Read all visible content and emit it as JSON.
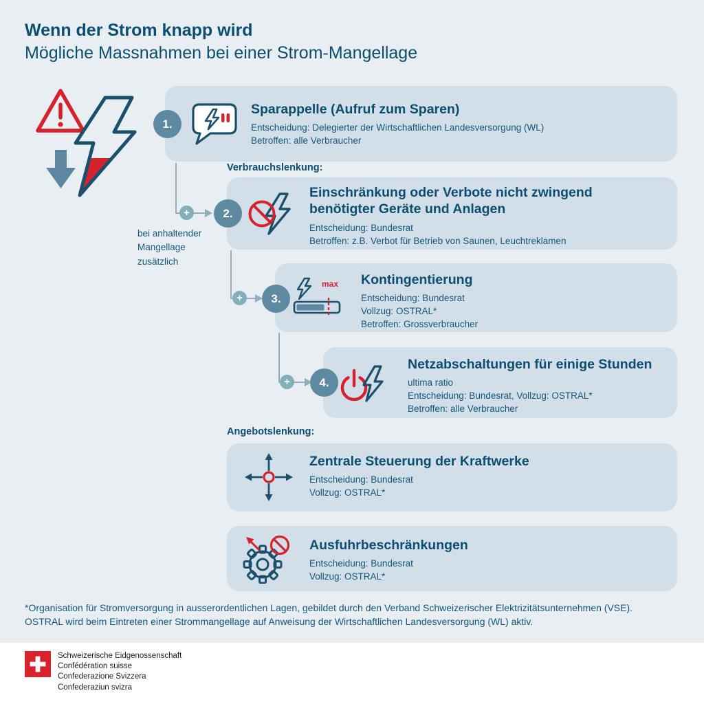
{
  "header": {
    "title": "Wenn der Strom knapp wird",
    "subtitle": "Mögliche Massnahmen bei einer Strom-Mangellage"
  },
  "section_labels": {
    "demand": "Verbrauchslenkung:",
    "supply": "Angebotslenkung:"
  },
  "side_note": "bei anhaltender\nMangellage\nzusätzlich",
  "connector_plus": "+",
  "steps": [
    {
      "number": "1.",
      "title": "Sparappelle (Aufruf zum Sparen)",
      "lines": [
        "Entscheidung: Delegierter der Wirtschaftlichen Landesversorgung (WL)",
        "Betroffen: alle Verbraucher"
      ]
    },
    {
      "number": "2.",
      "title": "Einschränkung oder Verbote nicht zwingend\nbenötigter Geräte und Anlagen",
      "lines": [
        "Entscheidung: Bundesrat",
        "Betroffen: z.B. Verbot für Betrieb von Saunen, Leuchtreklamen"
      ]
    },
    {
      "number": "3.",
      "title": "Kontingentierung",
      "icon_label": "max",
      "lines": [
        "Entscheidung: Bundesrat",
        "Vollzug: OSTRAL*",
        "Betroffen: Grossverbraucher"
      ]
    },
    {
      "number": "4.",
      "title": "Netzabschaltungen für einige Stunden",
      "lines": [
        "ultima ratio",
        "Entscheidung: Bundesrat, Vollzug: OSTRAL*",
        "Betroffen: alle Verbraucher"
      ]
    }
  ],
  "supply_cards": [
    {
      "title": "Zentrale Steuerung der Kraftwerke",
      "lines": [
        "Entscheidung: Bundesrat",
        "Vollzug: OSTRAL*"
      ]
    },
    {
      "title": "Ausfuhrbeschränkungen",
      "lines": [
        "Entscheidung: Bundesrat",
        "Vollzug: OSTRAL*"
      ]
    }
  ],
  "footnote": "*Organisation für Stromversorgung in ausserordentlichen Lagen, gebildet durch den Verband Schweizerischer Elektrizitätsunternehmen (VSE).\nOSTRAL wird beim Eintreten einer Strommangellage auf Anweisung der Wirtschaftlichen Landesversorgung (WL) aktiv.",
  "footer": {
    "lines": [
      "Schweizerische Eidgenossenschaft",
      "Confédération suisse",
      "Confederazione Svizzera",
      "Confederaziun svizra"
    ]
  },
  "icons": {
    "warning-triangle-icon": "red outlined triangle with exclamation mark",
    "lightning-bolt-icon": "outlined lightning bolt with red tip",
    "down-arrow-icon": "solid blue-grey downward arrow",
    "speech-bubble-icon": "speech bubble with lightning bolt and red marks",
    "prohibition-lightning-icon": "red no-sign over lightning bolt",
    "quota-gauge-icon": "lightning bolt, red max label, level bar with red dashed limit",
    "power-off-lightning-icon": "red power symbol with lightning bolt",
    "control-arrows-icon": "four directional arrows around red circle",
    "export-ban-gear-icon": "gear with red no-sign and red outbound arrow",
    "plus-icon": "white plus in teal circle",
    "swiss-cross-icon": "white cross on red square"
  },
  "colors": {
    "background": "#e9eef2",
    "card": "#d3dfe8",
    "heading_blue": "#0c4e72",
    "body_blue": "#12567a",
    "red": "#d5232e",
    "number_circle": "#5d8aa0",
    "plus_badge": "#85aebc",
    "connector": "#8faebe",
    "bar_fill": "#5d87a0",
    "footer_bg": "#ffffff",
    "swiss_red": "#d8232a"
  }
}
